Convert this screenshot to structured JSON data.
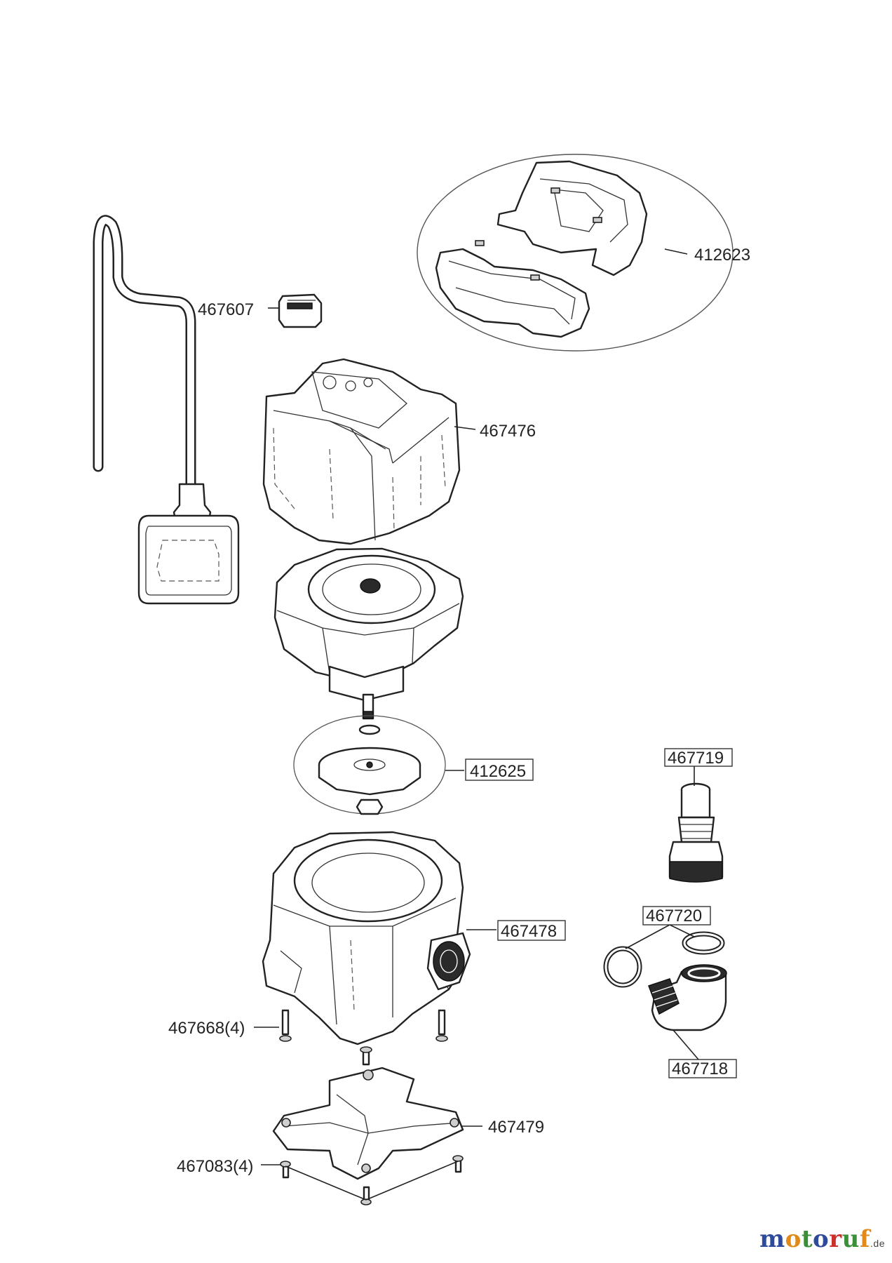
{
  "parts": {
    "p412623": "412623",
    "p467607": "467607",
    "p467476": "467476",
    "p412625": "412625",
    "p467719": "467719",
    "p467720": "467720",
    "p467478": "467478",
    "p467668": "467668(4)",
    "p467718": "467718",
    "p467479": "467479",
    "p467083": "467083(4)"
  },
  "logo": {
    "letters": [
      "m",
      "o",
      "t",
      "o",
      "r",
      "u",
      "f"
    ],
    "colors": [
      "#2e4a9c",
      "#e08a1c",
      "#3c8f3a",
      "#2e4a9c",
      "#c8322b",
      "#3c8f3a",
      "#e08a1c"
    ],
    "suffix": ".de"
  }
}
